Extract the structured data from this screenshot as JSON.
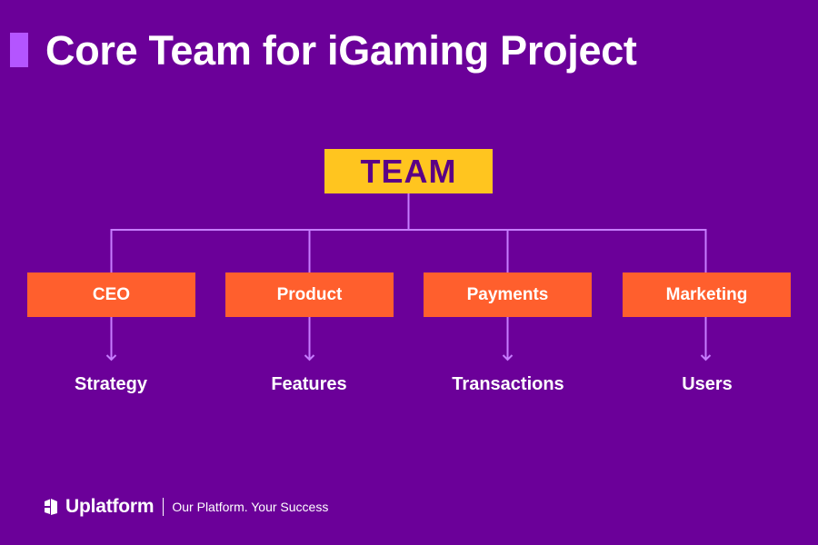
{
  "header": {
    "title": "Core Team for iGaming Project"
  },
  "diagram": {
    "root": {
      "label": "TEAM"
    },
    "children": [
      {
        "role": "CEO",
        "outcome": "Strategy"
      },
      {
        "role": "Product",
        "outcome": "Features"
      },
      {
        "role": "Payments",
        "outcome": "Transactions"
      },
      {
        "role": "Marketing",
        "outcome": "Users"
      }
    ]
  },
  "footer": {
    "brand": "Uplatform",
    "tagline": "Our Platform. Your Success"
  },
  "colors": {
    "background": "#6b0099",
    "root_box": "#ffc51f",
    "role_box": "#ff5f2d",
    "connector": "#c77dff",
    "title_accent": "#b455ff"
  }
}
